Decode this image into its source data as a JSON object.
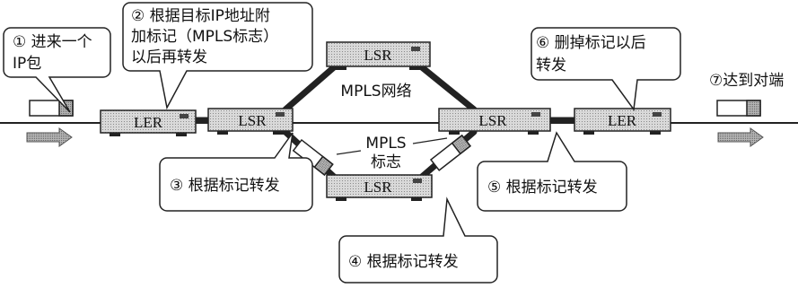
{
  "nodes": {
    "ler_left": "LER",
    "lsr_left": "LSR",
    "lsr_top": "LSR",
    "lsr_bottom": "LSR",
    "lsr_right": "LSR",
    "ler_right": "LER"
  },
  "labels": {
    "network": "MPLS网络",
    "mpls_label_line1": "MPLS",
    "mpls_label_line2": "标志",
    "arrive": "⑦达到对端"
  },
  "callouts": {
    "step1": [
      "① 进来一个",
      "IP包"
    ],
    "step2": [
      "② 根据目标IP地址附",
      "加标记（MPLS标志）",
      "以后再转发"
    ],
    "step3": [
      "③ 根据标记转发"
    ],
    "step4": [
      "④ 根据标记转发"
    ],
    "step5": [
      "⑤ 根据标记转发"
    ],
    "step6": [
      "⑥ 删掉标记以后",
      "转发"
    ]
  },
  "colors": {
    "device_fill": "#cfcfcf",
    "device_stroke": "#222222",
    "line": "#222222",
    "arrow_fill": "#9a9a9a"
  }
}
